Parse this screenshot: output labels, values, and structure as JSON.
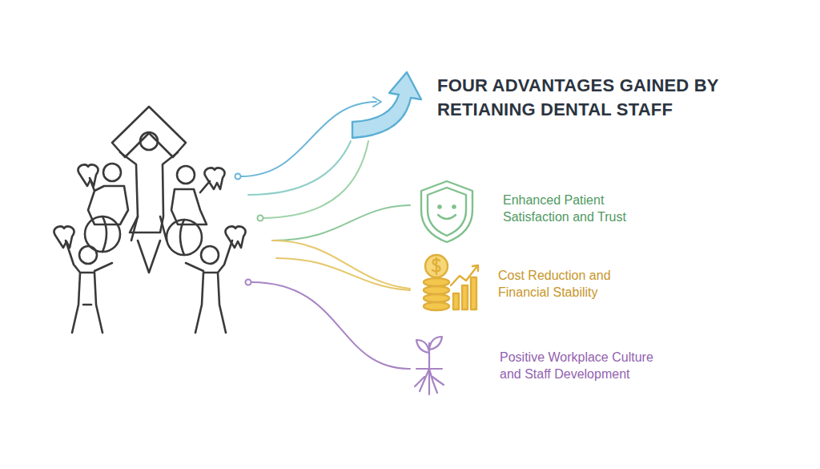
{
  "diagram": {
    "title": "FOUR ADVANTAGES GAINED BY RETIANING DENTAL STAFF",
    "labels": [
      "Enhanced Patient Satisfaction and Trust",
      "Cost Reduction and Financial Stability",
      "Positive Workplace Culture and Staff Development"
    ]
  }
}
